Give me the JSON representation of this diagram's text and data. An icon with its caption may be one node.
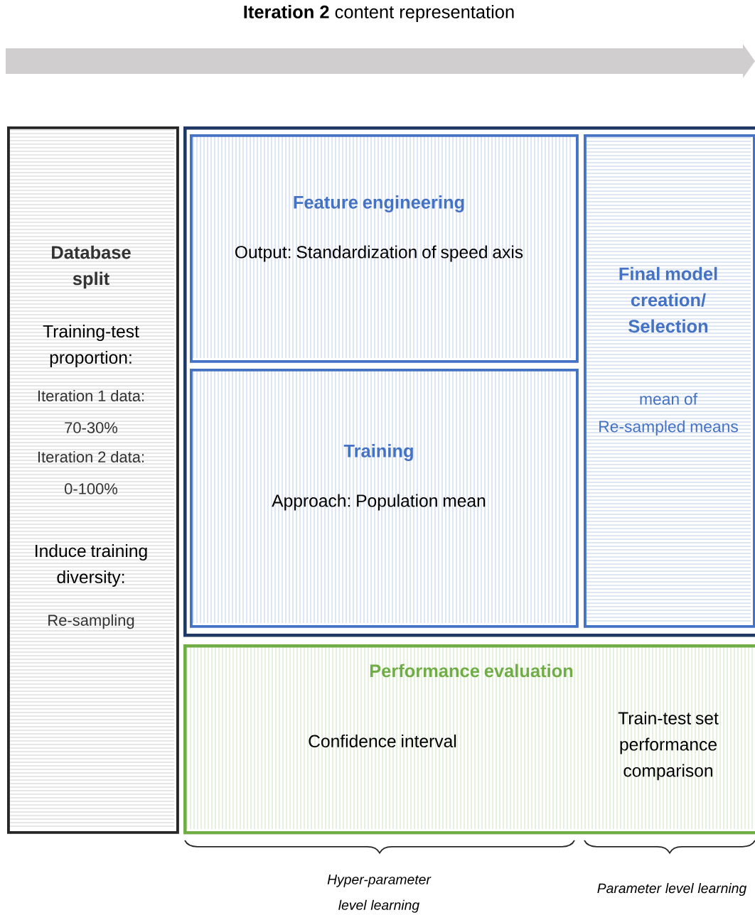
{
  "diagram": {
    "title": "**Iteration 2** content representation",
    "nodes": [
      {
        "text": [
          "Database split",
          "Training-test proportion:",
          "Iteration 1 data:",
          "70-30%",
          "Iteration 2 data:",
          "0-100%",
          "Induce training diversity:",
          "Re-sampling"
        ]
      },
      {
        "text": [],
        "shape": "box"
      },
      {
        "text": [
          "Feature engineering",
          "Output: Standardization of speed axis"
        ],
        "in": 1
      },
      {
        "text": [
          "Training",
          "Approach: Population mean"
        ],
        "in": 1
      },
      {
        "text": [
          "Final model creation/ Selection",
          "mean of Re-sampled means"
        ],
        "in": 1
      },
      {
        "text": [
          "Performance evaluation",
          "Confidence interval",
          "Train-test set performance comparison"
        ]
      }
    ],
    "labels": [
      "Hyper-parameter level learning",
      "Parameter level learning"
    ]
  }
}
